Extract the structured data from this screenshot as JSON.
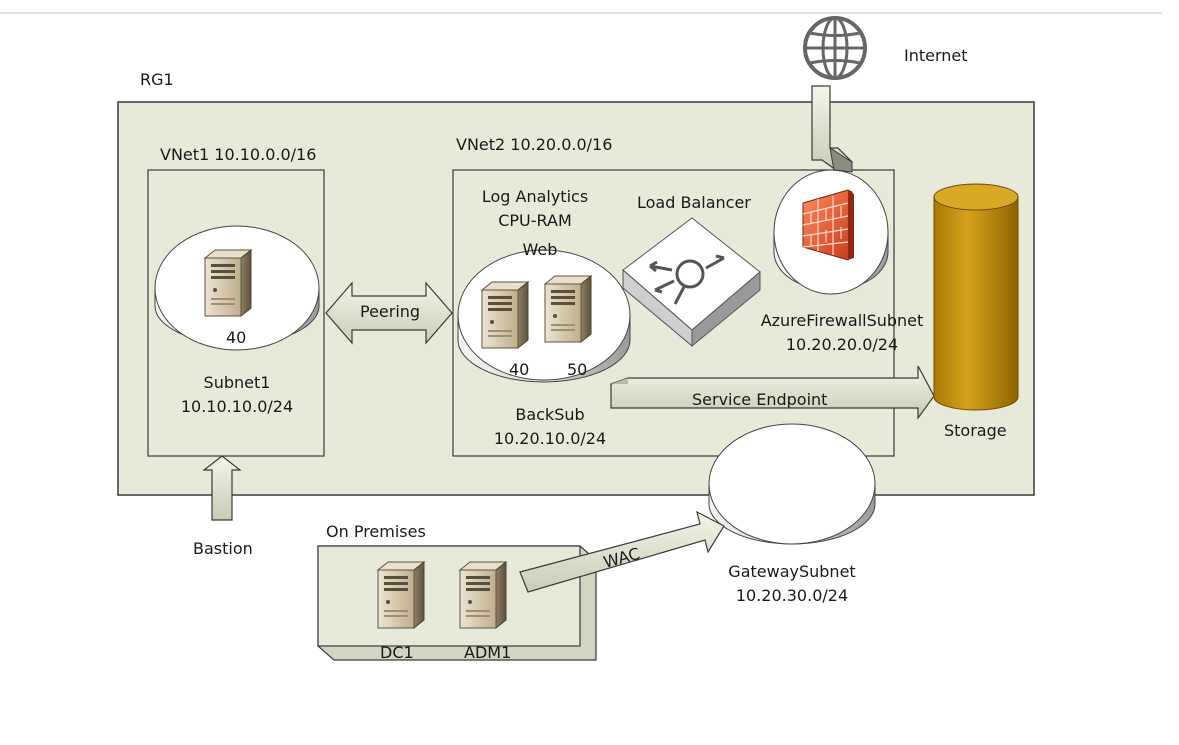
{
  "labels": {
    "rg": "RG1",
    "internet": "Internet",
    "vnet1": "VNet1 10.10.0.0/16",
    "vnet2": "VNet2 10.20.0.0/16",
    "log_analytics": "Log Analytics",
    "cpu_ram": "CPU-RAM",
    "web": "Web",
    "load_balancer": "Load Balancer",
    "peering": "Peering",
    "vm1_number": "40",
    "subnet1_name": "Subnet1",
    "subnet1_cidr": "10.10.10.0/24",
    "web_vm_a": "40",
    "web_vm_b": "50",
    "backsub_name": "BackSub",
    "backsub_cidr": "10.20.10.0/24",
    "firewall_subnet_name": "AzureFirewallSubnet",
    "firewall_subnet_cidr": "10.20.20.0/24",
    "service_endpoint": "Service Endpoint",
    "storage": "Storage",
    "bastion": "Bastion",
    "on_premises": "On Premises",
    "wac": "WAC",
    "gateway_subnet_name": "GatewaySubnet",
    "gateway_subnet_cidr": "10.20.30.0/24",
    "dc1": "DC1",
    "adm1": "ADM1"
  },
  "colors": {
    "container_fill": "#e7ead9",
    "line": "#3a3a3a",
    "storage_gold": "#c9940c",
    "storage_top": "#d8a92a",
    "server_tan": "#d9ccb1",
    "firewall_red": "#e05a3a"
  }
}
